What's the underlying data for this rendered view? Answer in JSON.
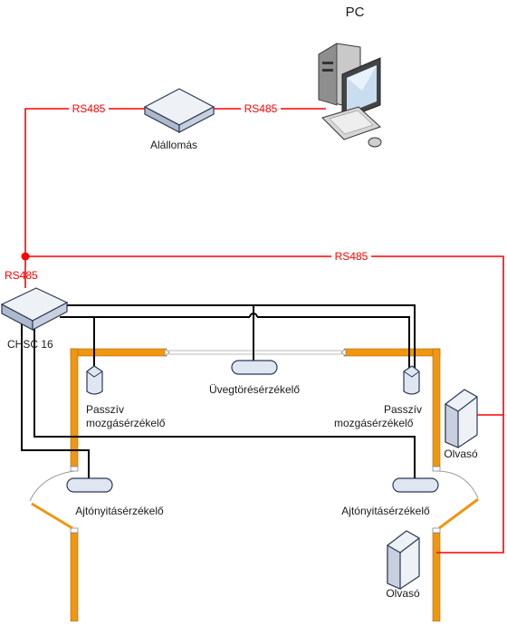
{
  "colors": {
    "rs485": "#ff0000",
    "wall": "#f0960f",
    "wire": "#000000",
    "device_fill": "#dfe6f2",
    "device_stroke": "#2b3a55"
  },
  "labels": {
    "pc": "PC",
    "substation": "Alállomás",
    "controller": "CHSC 16",
    "glass_break": "Üvegtörésérzékelő",
    "pir_left_line1": "Passzív",
    "pir_left_line2": "mozgásérzékelő",
    "pir_right_line1": "Passzív",
    "pir_right_line2": "mozgásérzékelő",
    "door_sensor_left": "Ajtónyitásérzékelő",
    "door_sensor_right": "Ajtónyitásérzékelő",
    "reader_top": "Olvasó",
    "reader_bottom": "Olvasó"
  },
  "bus_labels": {
    "sub_left": "RS485",
    "sub_pc": "RS485",
    "long_line": "RS485",
    "controller": "RS485"
  },
  "icons": {
    "pc": "desktop-computer-icon",
    "substation": "network-box-icon",
    "controller": "controller-box-icon",
    "pir": "motion-sensor-icon",
    "glass_break": "glass-break-sensor-icon",
    "door_sensor": "door-contact-icon",
    "reader": "card-reader-icon"
  }
}
